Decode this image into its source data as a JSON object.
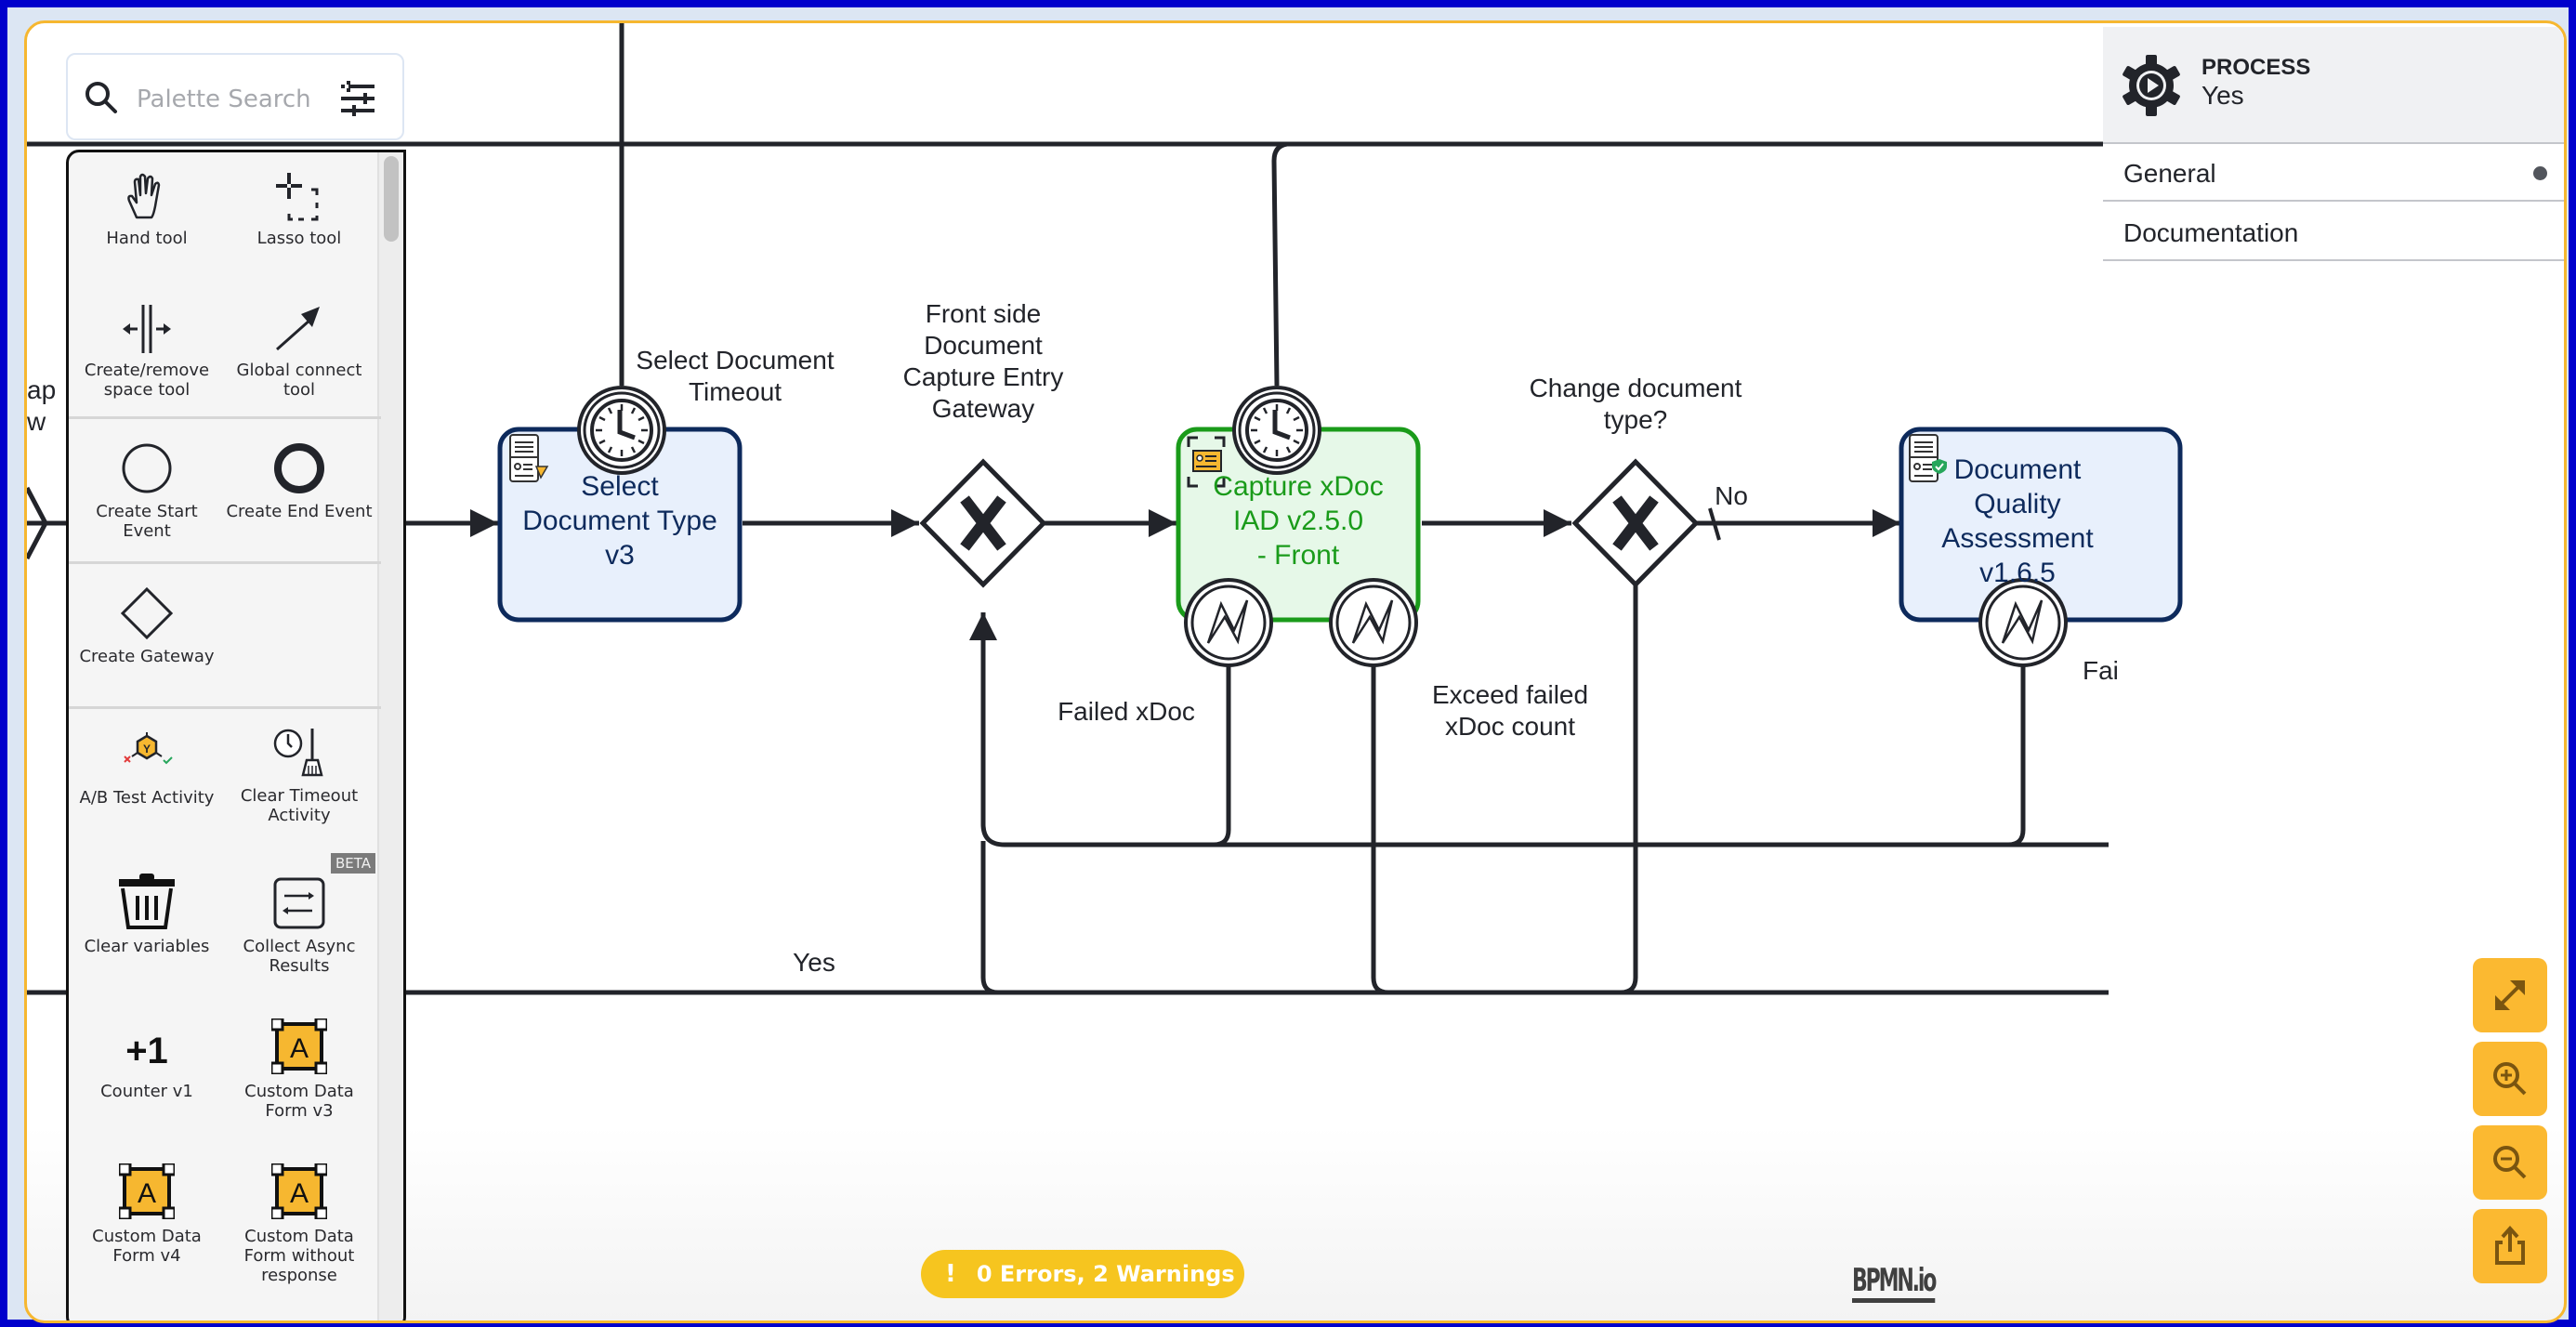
{
  "palette": {
    "search_placeholder": "Palette Search",
    "items": [
      {
        "label": "Hand tool",
        "icon": "hand-icon"
      },
      {
        "label": "Lasso tool",
        "icon": "lasso-icon"
      },
      {
        "label": "Create/remove space tool",
        "icon": "space-tool-icon"
      },
      {
        "label": "Global connect tool",
        "icon": "connect-arrow-icon"
      },
      {
        "label": "Create Start Event",
        "icon": "start-event-icon"
      },
      {
        "label": "Create End Event",
        "icon": "end-event-icon"
      },
      {
        "label": "Create Gateway",
        "icon": "gateway-icon"
      },
      {
        "label": "A/B Test Activity",
        "icon": "ab-test-icon"
      },
      {
        "label": "Clear Timeout Activity",
        "icon": "clear-timeout-icon"
      },
      {
        "label": "Clear variables",
        "icon": "trash-icon"
      },
      {
        "label": "Collect Async Results",
        "icon": "collect-async-icon",
        "badge": "BETA"
      },
      {
        "label": "Counter v1",
        "icon": "counter-icon"
      },
      {
        "label": "Custom Data Form v3",
        "icon": "custom-form-icon"
      },
      {
        "label": "Custom Data Form v4",
        "icon": "custom-form-icon"
      },
      {
        "label": "Custom Data Form without response",
        "icon": "custom-form-icon"
      }
    ]
  },
  "properties": {
    "type": "PROCESS",
    "name": "Yes",
    "groups": [
      {
        "label": "General",
        "has_indicator": true
      },
      {
        "label": "Documentation",
        "has_indicator": false
      }
    ]
  },
  "diagram": {
    "tasks": [
      {
        "label_lines": [
          "Select",
          "Document Type",
          "v3"
        ],
        "color": "#0d2a5c",
        "fill": "#e8f0fc"
      },
      {
        "label_lines": [
          "Capture xDoc",
          "IAD v2.5.0",
          "- Front"
        ],
        "color": "#1a9b1a",
        "fill": "#e6f8e8"
      },
      {
        "label_lines": [
          "Document",
          "Quality",
          "Assessment",
          "v1.6.5"
        ],
        "color": "#0d2a5c",
        "fill": "#e8f0fc"
      }
    ],
    "gateways": [
      {
        "label_lines": [
          "Front side",
          "Document",
          "Capture Entry",
          "Gateway"
        ]
      },
      {
        "label_lines": [
          "Change document",
          "type?"
        ]
      }
    ],
    "labels": {
      "timer1": [
        "Select Document",
        "Timeout"
      ],
      "failed_xdoc": "Failed xDoc",
      "exceed": [
        "Exceed failed",
        "xDoc count"
      ],
      "no": "No",
      "yes": "Yes",
      "fai_partial": "Fai",
      "left_partial_1": "ap",
      "left_partial_2": "w"
    }
  },
  "status": {
    "text": "0 Errors, 2 Warnings",
    "icon": "!"
  },
  "watermark": "BPMN.io",
  "controls": [
    {
      "name": "fit-viewport",
      "icon": "expand-icon"
    },
    {
      "name": "zoom-in",
      "icon": "zoom-in-icon"
    },
    {
      "name": "zoom-out",
      "icon": "zoom-out-icon"
    },
    {
      "name": "export",
      "icon": "export-icon"
    }
  ]
}
